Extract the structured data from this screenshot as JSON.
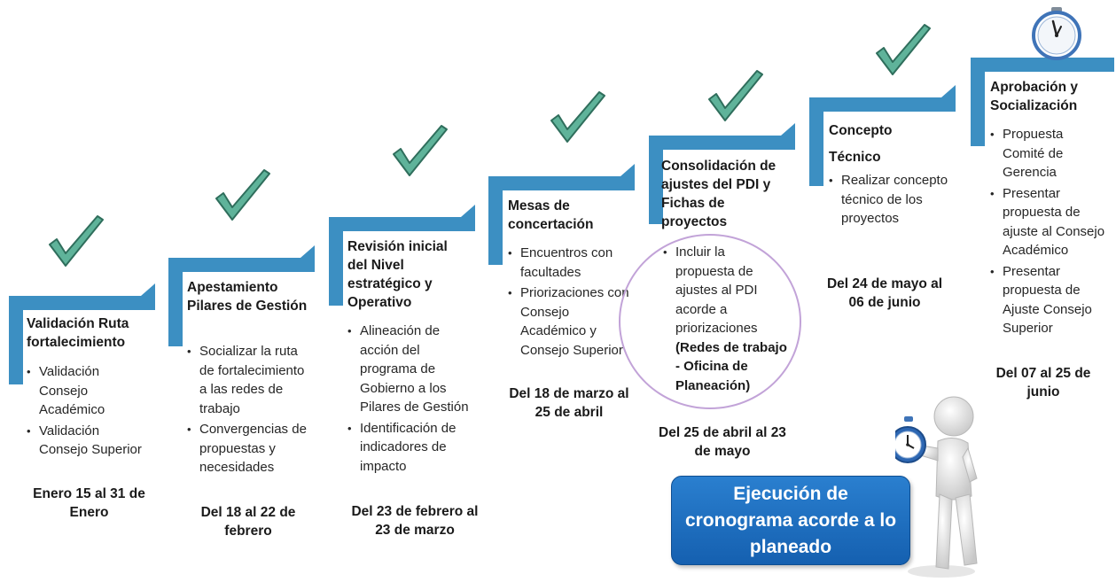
{
  "steps": [
    {
      "title": "Validación Ruta fortalecimiento",
      "items": [
        "Validación Consejo Académico",
        "Validación Consejo Superior"
      ],
      "date": "Enero 15 al 31 de Enero"
    },
    {
      "title": "Apestamiento Pilares de Gestión",
      "items": [
        "Socializar la ruta de fortalecimiento a las redes de trabajo",
        "Convergencias de propuestas y necesidades"
      ],
      "date": "Del 18 al 22 de febrero"
    },
    {
      "title": "Revisión inicial del Nivel estratégico y Operativo",
      "items": [
        "Alineación de acción del programa de Gobierno a los Pilares de Gestión",
        "Identificación de indicadores de impacto"
      ],
      "date": "Del 23 de febrero al 23 de marzo"
    },
    {
      "title": "Mesas de concertación",
      "items": [
        "Encuentros con facultades",
        "Priorizaciones con Consejo Académico y Consejo Superior"
      ],
      "date": "Del 18 de marzo al 25 de abril"
    },
    {
      "title": "Consolidación de ajustes del PDI y Fichas de proyectos",
      "items": [
        "Incluir la propuesta de ajustes al PDI acorde a priorizaciones"
      ],
      "item_bold": "(Redes de trabajo  - Oficina de Planeación)",
      "date": "Del 25 de abril al 23 de mayo"
    },
    {
      "title": "Concepto Técnico",
      "items": [
        "Realizar concepto técnico de los proyectos"
      ],
      "date": "Del 24 de mayo al 06 de junio"
    },
    {
      "title": "Aprobación y Socialización",
      "items": [
        "Propuesta Comité de Gerencia",
        "Presentar propuesta de ajuste al Consejo Académico",
        "Presentar propuesta de Ajuste Consejo Superior"
      ],
      "date": "Del 07 al 25 de junio"
    }
  ],
  "execution_box": "Ejecución de cronograma acorde a lo planeado",
  "colors": {
    "step_bar": "#3c8fc2",
    "checkmark": "#5fb39a",
    "checkmark_outline": "#2f6e5c",
    "highlight_circle": "#c2a3d8",
    "execution_box": "#1e6fc0"
  },
  "icons": [
    "check-icon",
    "clock-icon",
    "person-with-clock-icon"
  ]
}
